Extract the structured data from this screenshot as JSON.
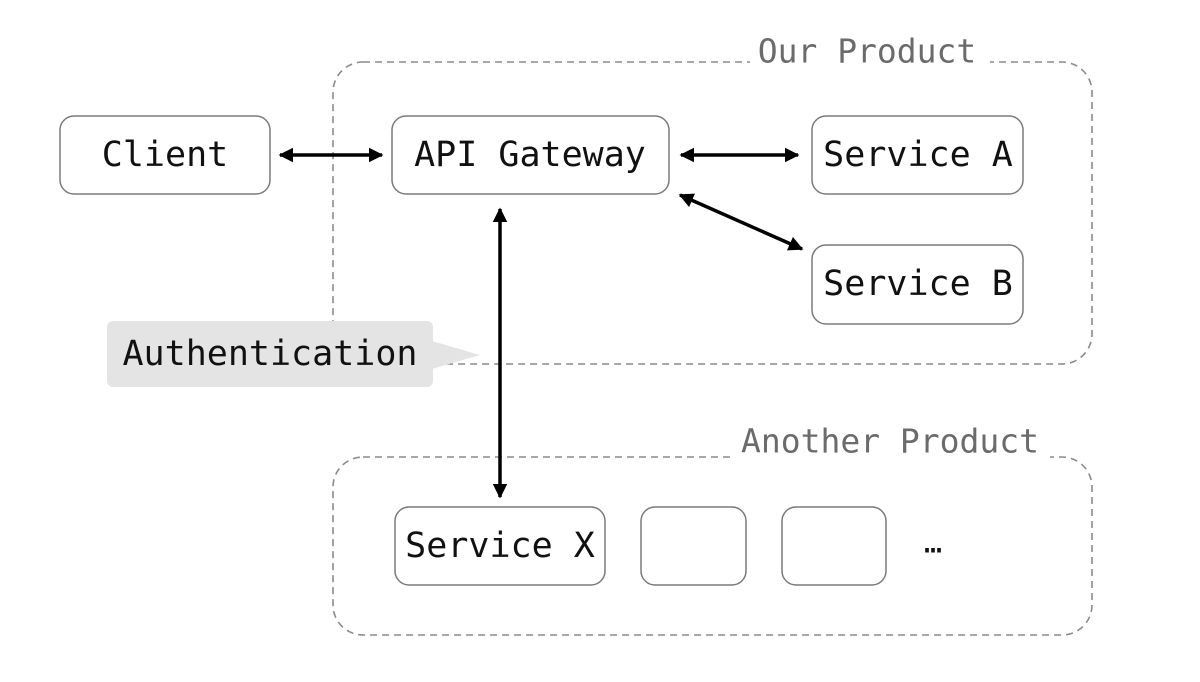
{
  "groups": {
    "our_product": "Our Product",
    "another_product": "Another Product"
  },
  "nodes": {
    "client": "Client",
    "api_gateway": "API Gateway",
    "service_a": "Service A",
    "service_b": "Service B",
    "service_x": "Service X"
  },
  "callout": {
    "authentication": "Authentication"
  },
  "more": "…",
  "edges": [
    {
      "from": "Client",
      "to": "API Gateway",
      "direction": "bidirectional"
    },
    {
      "from": "API Gateway",
      "to": "Service A",
      "direction": "bidirectional"
    },
    {
      "from": "API Gateway",
      "to": "Service B",
      "direction": "bidirectional"
    },
    {
      "from": "API Gateway",
      "to": "Service X",
      "direction": "bidirectional"
    }
  ],
  "colors": {
    "edge": "#000000",
    "frame": "#8a8a8a",
    "callout_fill": "#e4e4e4"
  }
}
